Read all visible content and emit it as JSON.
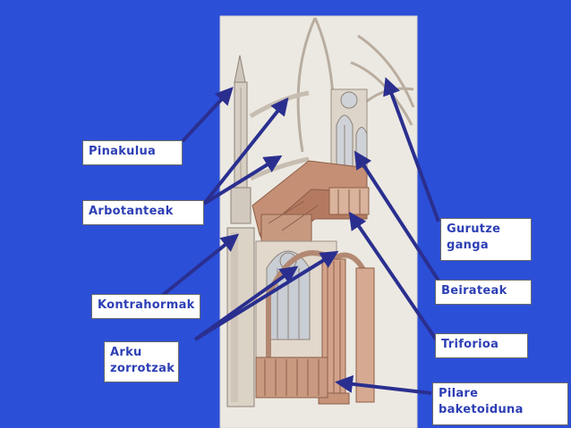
{
  "labels": {
    "pinakulua": {
      "text": "Pinakulua"
    },
    "arbotanteak": {
      "text": "Arbotanteak"
    },
    "kontrahormak": {
      "text": "Kontrahormak"
    },
    "arku": {
      "line1": "Arku",
      "line2": "zorrotzak"
    },
    "gurutze": {
      "line1": "Gurutze",
      "line2": "ganga"
    },
    "beirateak": {
      "text": "Beirateak"
    },
    "triforioa": {
      "text": "Triforioa"
    },
    "pilare": {
      "line1": "Pilare",
      "line2": "baketoiduna"
    }
  },
  "colors": {
    "background": "#2c4fd8",
    "label_text": "#2d3fb5",
    "arrow": "#2a2f8f",
    "illustration_bg": "#ece9e2"
  }
}
